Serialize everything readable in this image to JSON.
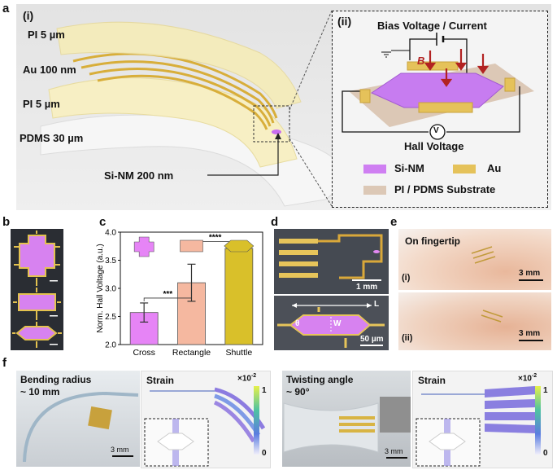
{
  "panel_a": {
    "label": "a",
    "sub_i": "(i)",
    "sub_ii": "(ii)",
    "layers": [
      "PI 5 µm",
      "Au 100 nm",
      "PI 5 µm",
      "PDMS 30 µm"
    ],
    "sinm_label": "Si-NM 200 nm",
    "bias_label": "Bias Voltage / Current",
    "b_label": "B",
    "v_symbol": "V",
    "hall_label": "Hall Voltage",
    "legend": {
      "sinm": "Si-NM",
      "au": "Au",
      "substrate": "PI / PDMS Substrate"
    }
  },
  "panel_b": {
    "label": "b"
  },
  "panel_c": {
    "label": "c"
  },
  "panel_d": {
    "label": "d",
    "scale_top": "1 mm",
    "scale_bottom": "50 µm",
    "l_label": "L",
    "w_label": "W",
    "theta_label": "θ"
  },
  "panel_e": {
    "label": "e",
    "title": "On fingertip",
    "sub_i": "(i)",
    "sub_ii": "(ii)",
    "scale_i": "3 mm",
    "scale_ii": "3 mm"
  },
  "panel_f": {
    "label": "f",
    "bend_title": "Bending radius",
    "bend_value": "~ 10 mm",
    "strain1": "Strain",
    "twist_title": "Twisting angle",
    "twist_value": "~ 90°",
    "strain2": "Strain",
    "cb_exp": "×10",
    "cb_exp_sup": "-2",
    "cb_max": "1",
    "cb_min": "0",
    "scale1": "3 mm",
    "scale2": "3 mm"
  },
  "colors": {
    "sinm": "#cf7ff2",
    "au": "#e5c25a",
    "substrate": "#dcc8b6",
    "cross": "#e684f6",
    "rectangle": "#f5b8a0",
    "shuttle": "#d9c02a"
  },
  "chart_data": {
    "type": "bar",
    "categories": [
      "Cross",
      "Rectangle",
      "Shuttle"
    ],
    "values": [
      2.57,
      3.1,
      3.71
    ],
    "errors": [
      0.17,
      0.33,
      0.02
    ],
    "ylabel": "Norm. Hall Voltage (a.u.)",
    "ylim": [
      2.0,
      4.0
    ],
    "yticks": [
      "2.0",
      "2.5",
      "3.0",
      "3.5",
      "4.0"
    ],
    "significance": [
      {
        "from": "Cross",
        "to": "Rectangle",
        "label": "***"
      },
      {
        "from": "Rectangle",
        "to": "Shuttle",
        "label": "****"
      }
    ]
  }
}
